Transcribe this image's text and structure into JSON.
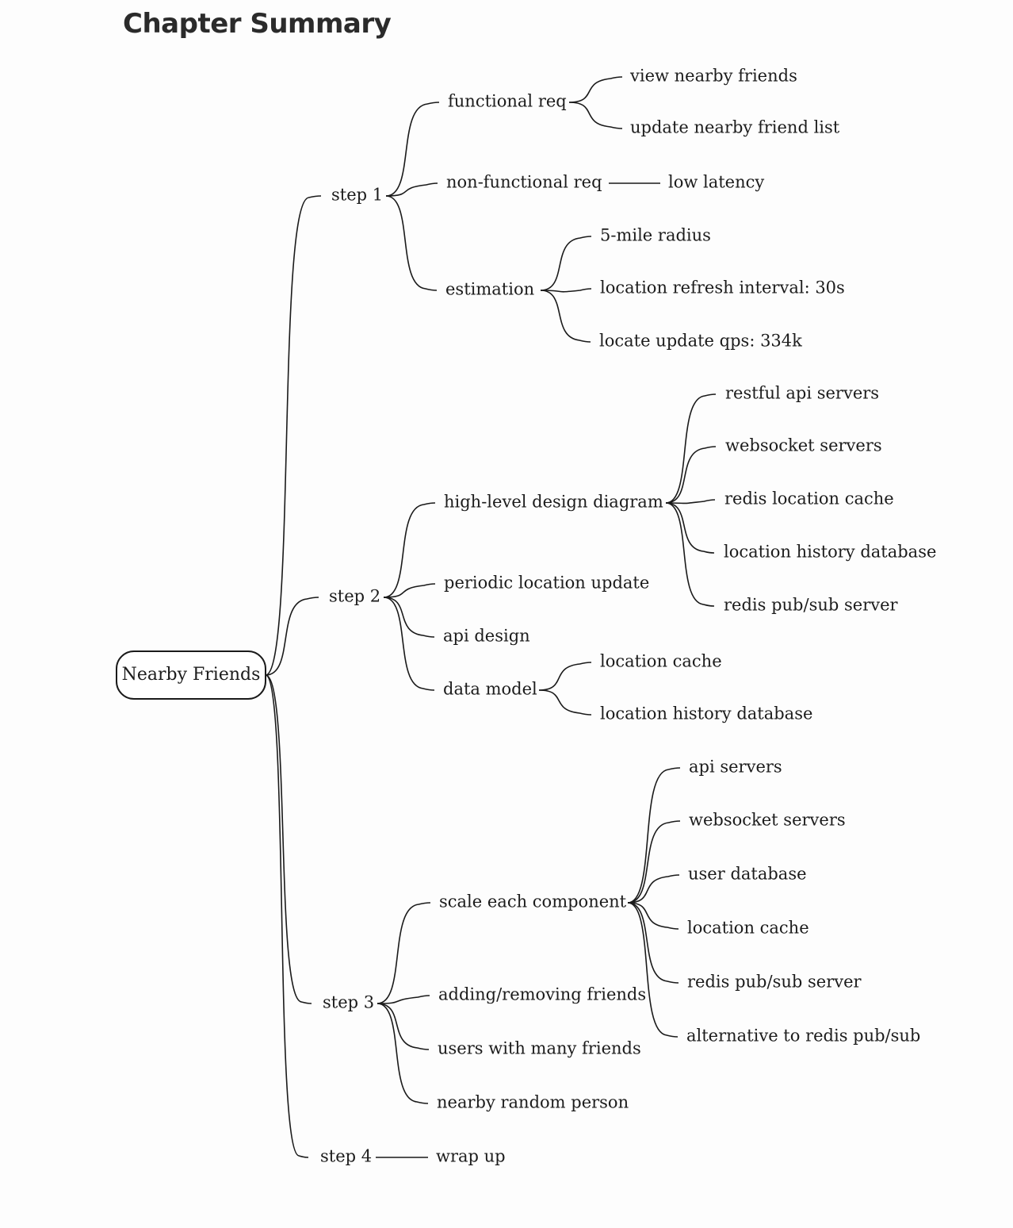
{
  "title": "Chapter Summary",
  "mindmap": {
    "root": "Nearby Friends",
    "steps": [
      {
        "label": "step 1",
        "children": [
          {
            "label": "functional req",
            "children": [
              "view nearby friends",
              "update nearby friend list"
            ]
          },
          {
            "label": "non-functional req",
            "children": [
              "low latency"
            ]
          },
          {
            "label": "estimation",
            "children": [
              "5-mile radius",
              "location refresh interval: 30s",
              "locate update qps: 334k"
            ]
          }
        ]
      },
      {
        "label": "step 2",
        "children": [
          {
            "label": "high-level design diagram",
            "children": [
              "restful api servers",
              "websocket servers",
              "redis location cache",
              "location history database",
              "redis pub/sub server"
            ]
          },
          {
            "label": "periodic location update",
            "children": []
          },
          {
            "label": "api design",
            "children": []
          },
          {
            "label": "data model",
            "children": [
              "location cache",
              "location history database"
            ]
          }
        ]
      },
      {
        "label": "step 3",
        "children": [
          {
            "label": "scale each component",
            "children": [
              "api servers",
              "websocket servers",
              "user database",
              "location cache",
              "redis pub/sub server",
              "alternative to redis pub/sub"
            ]
          },
          {
            "label": "adding/removing friends",
            "children": []
          },
          {
            "label": "users with many friends",
            "children": []
          },
          {
            "label": "nearby random person",
            "children": []
          }
        ]
      },
      {
        "label": "step 4",
        "children": [
          {
            "label": "wrap up",
            "children": []
          }
        ]
      }
    ]
  }
}
